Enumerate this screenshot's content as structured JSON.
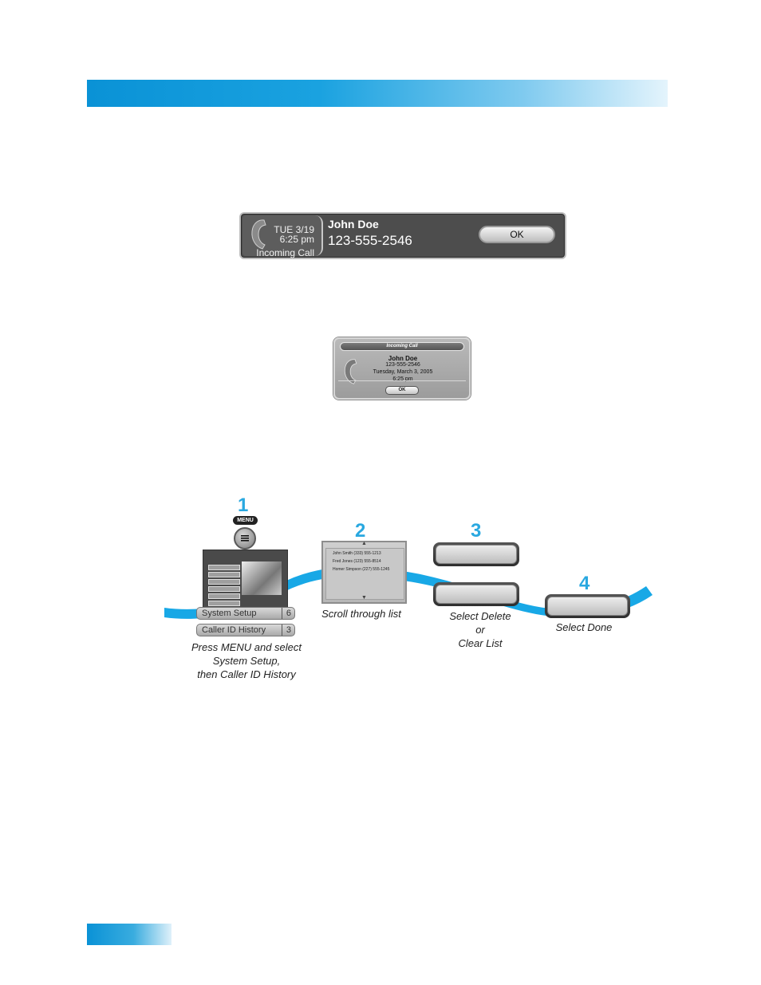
{
  "banner": {
    "date": "TUE 3/19",
    "time": "6:25 pm",
    "type_label": "Incoming Call",
    "caller_name": "John Doe",
    "caller_number": "123-555-2546",
    "ok_label": "OK"
  },
  "dialog": {
    "title": "Incoming Call",
    "caller_name": "John Doe",
    "caller_number": "123-555-2546",
    "date": "Tuesday, March 3, 2005",
    "time": "6:25 pm",
    "ok_label": "OK"
  },
  "steps": [
    {
      "number": "1",
      "caption_lines": [
        "Press MENU and select",
        "System Setup,",
        "then Caller ID History"
      ]
    },
    {
      "number": "2",
      "caption_lines": [
        "Scroll through list"
      ]
    },
    {
      "number": "3",
      "caption_lines": [
        "Select Delete",
        "or",
        "Clear List"
      ]
    },
    {
      "number": "4",
      "caption_lines": [
        "Select Done"
      ]
    }
  ],
  "remote": {
    "menu_label": "MENU"
  },
  "menu_options": [
    {
      "label": "System Setup",
      "number": "6"
    },
    {
      "label": "Caller ID History",
      "number": "3"
    }
  ],
  "caller_list": [
    "John Smith   (333) 555-1213",
    "Fred Jones   (123) 555-8514",
    "Homer Simpson   (227) 555-1245"
  ],
  "colors": {
    "accent_blue": "#29a8e0",
    "band_blue": "#0a92d6",
    "ribbon_blue": "#18a8e6"
  },
  "icons": {
    "phone": "phone-handset-icon",
    "menu": "menu-button-icon"
  }
}
